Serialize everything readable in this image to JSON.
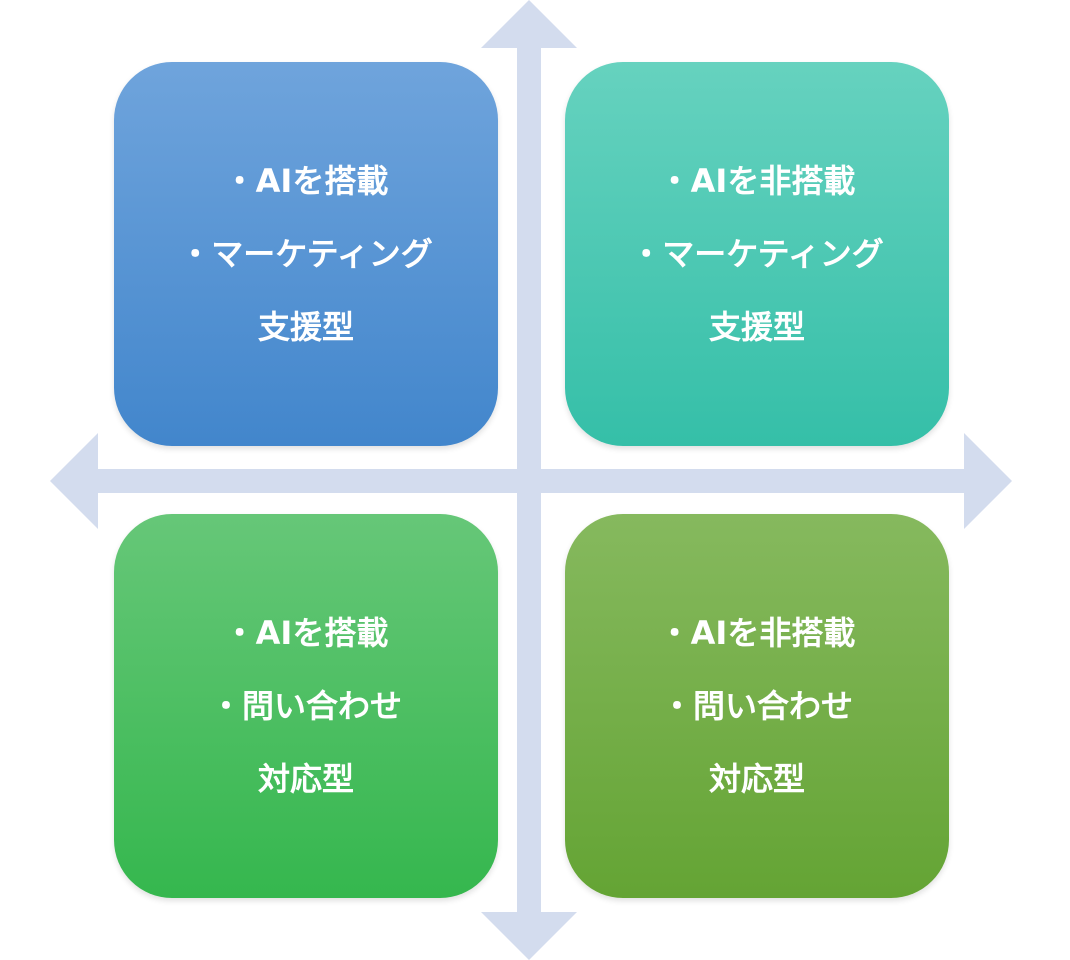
{
  "colors": {
    "axis": "#d3dcee",
    "top_left": [
      "#6fa4dc",
      "#4286cc"
    ],
    "top_right": [
      "#66d2bf",
      "#35bfa8"
    ],
    "bottom_left": [
      "#66c778",
      "#35b74e"
    ],
    "bottom_right": [
      "#86b95e",
      "#64a434"
    ],
    "text": "#ffffff"
  },
  "quadrants": {
    "top_left": {
      "line1": "・AIを搭載",
      "line2": "・マーケティング",
      "line3": "支援型"
    },
    "top_right": {
      "line1": "・AIを非搭載",
      "line2": "・マーケティング",
      "line3": "支援型"
    },
    "bottom_left": {
      "line1": "・AIを搭載",
      "line2": "・問い合わせ",
      "line3": "対応型"
    },
    "bottom_right": {
      "line1": "・AIを非搭載",
      "line2": "・問い合わせ",
      "line3": "対応型"
    }
  }
}
